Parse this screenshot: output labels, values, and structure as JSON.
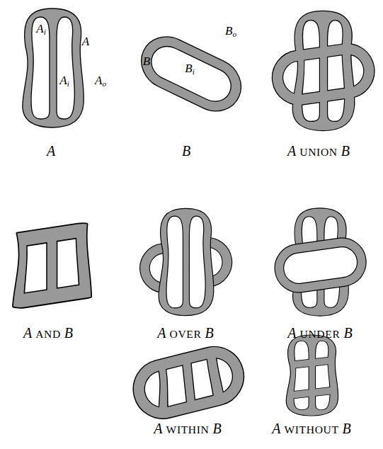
{
  "diagram": {
    "labels": [
      "Ai",
      "A",
      "Ai",
      "Ao",
      "B",
      "Bi",
      "Bo",
      "A",
      "B",
      "A UNION B",
      "A AND B",
      "A OVER B",
      "A UNDER B",
      "A WITHIN B",
      "A WITHOUT B"
    ]
  }
}
